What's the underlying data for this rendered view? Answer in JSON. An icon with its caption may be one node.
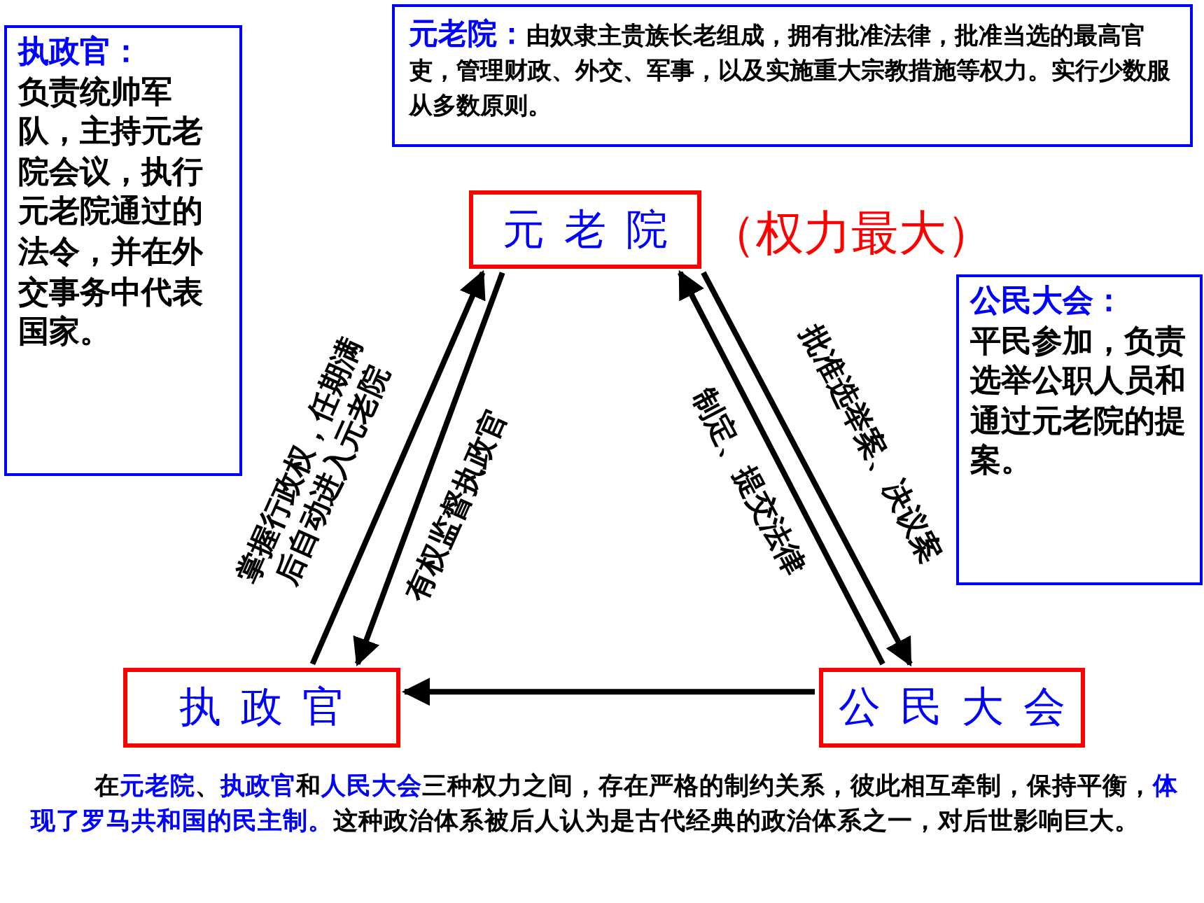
{
  "diagram": {
    "nodes": [
      {
        "text": [
          "元老院"
        ]
      },
      {
        "text": [
          "执政官"
        ]
      },
      {
        "text": [
          "公民大会"
        ]
      },
      {
        "text": [
          "执政官：",
          "负责统帅军队，主持元老院会议，执行元老院通过的法令，并在外交事务中代表国家。"
        ]
      },
      {
        "text": [
          "元老院：",
          "由奴隶主贵族长老组成，拥有批准法律，批准当选的最高官吏，管理财政、外交、军事，以及实施重大宗教措施等权力。实行少数服从多数原则。"
        ]
      },
      {
        "text": [
          "公民大会：",
          "平民参加，负责选举公职人员和通过元老院的提案。"
        ]
      }
    ],
    "edges": [
      {
        "from": 1,
        "to": 0,
        "arrow": "to",
        "label": "掌握行政权，任期满后自动进入元老院"
      },
      {
        "from": 0,
        "to": 1,
        "arrow": "to",
        "label": "有权监督执政官"
      },
      {
        "from": 2,
        "to": 0,
        "arrow": "to",
        "label": "制定、提交法律"
      },
      {
        "from": 0,
        "to": 2,
        "arrow": "to",
        "label": "批准选举案、决议案"
      },
      {
        "from": 2,
        "to": 1,
        "arrow": "to"
      }
    ],
    "labels": [
      "（权力最大）",
      "在**元老院**、**执政官**和**人民大会**三种权力之间，存在严格的制约关系，彼此相互牵制，保持平衡，**体现了罗马共和国的民主制。**这种政治体系被后人认为是古代经典的政治体系之一，对后世影响巨大。"
    ]
  }
}
